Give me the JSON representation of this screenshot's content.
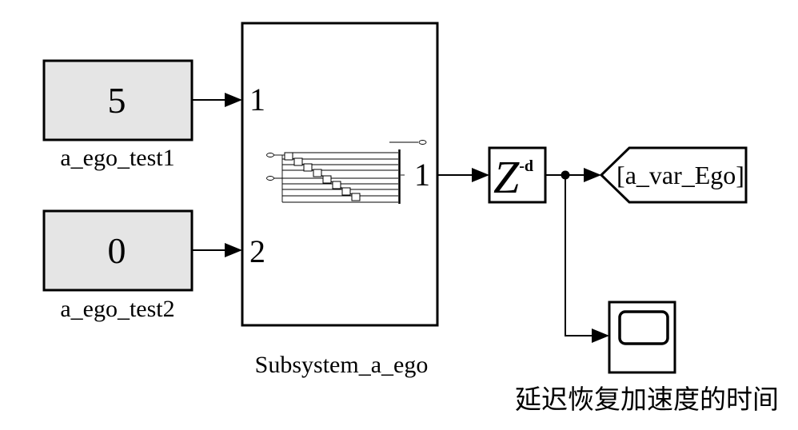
{
  "diagram": {
    "colors": {
      "background": "#ffffff",
      "line": "#000000",
      "constant_fill": "#e5e5e5",
      "block_fill": "#ffffff"
    },
    "constant1": {
      "value": "5",
      "label": "a_ego_test1"
    },
    "constant2": {
      "value": "0",
      "label": "a_ego_test2"
    },
    "subsystem": {
      "label": "Subsystem_a_ego",
      "inport1": "1",
      "inport2": "2",
      "outport1": "1"
    },
    "delay": {
      "base": "Z",
      "exponent": "-d"
    },
    "goto_tag": {
      "label": "[a_var_Ego]"
    },
    "scope": {
      "label": "延迟恢复加速度的时间"
    }
  }
}
